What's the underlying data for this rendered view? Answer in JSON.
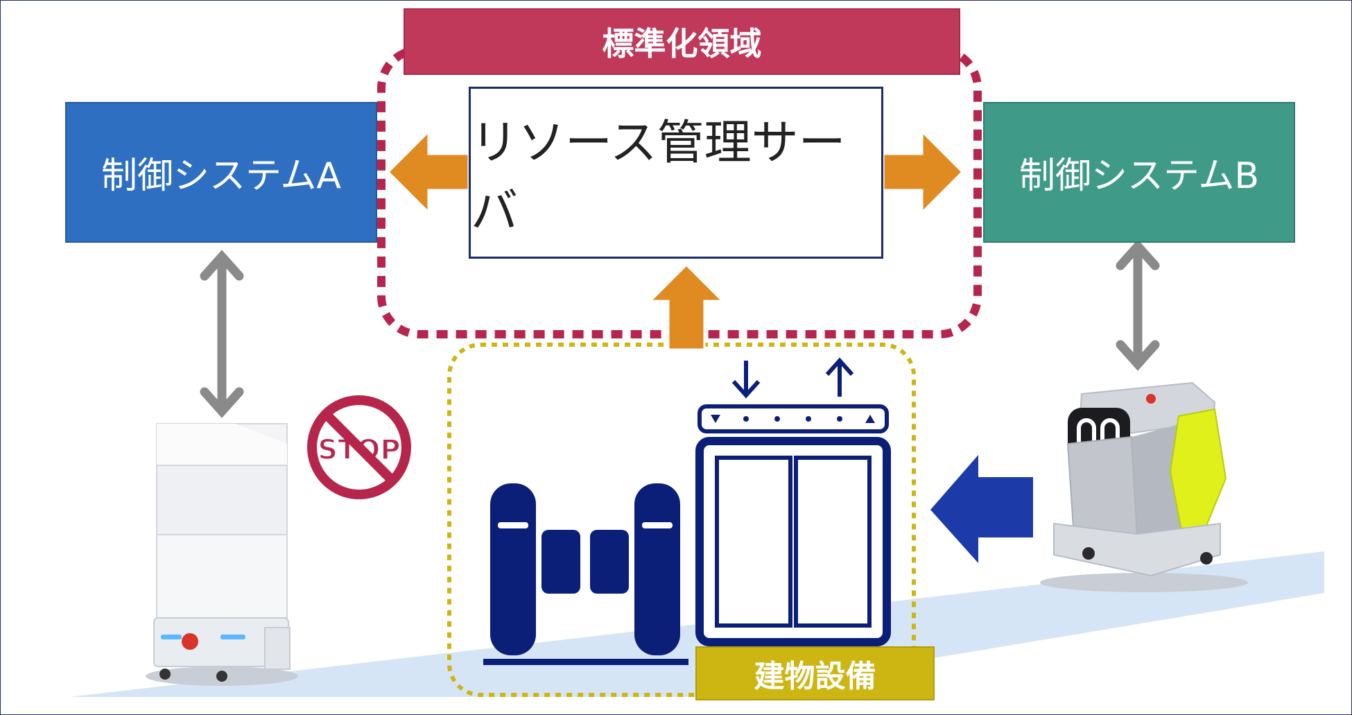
{
  "standardization_area": {
    "label": "標準化領域"
  },
  "control_system_a": {
    "label": "制御システムA",
    "color": "#2e6fc2"
  },
  "control_system_b": {
    "label": "制御システムB",
    "color": "#3f9a88"
  },
  "resource_server": {
    "label": "リソース管理サーバ"
  },
  "building_equipment": {
    "label": "建物設備",
    "color": "#cdb512"
  },
  "stop_sign": {
    "label": "STOP"
  },
  "colors": {
    "standard_area": "#c0395b",
    "flow_arrow": "#e08a22",
    "link_arrow": "#8a8a8a",
    "facility_icon": "#0b1f78",
    "approach_arrow": "#1c3aa8"
  }
}
